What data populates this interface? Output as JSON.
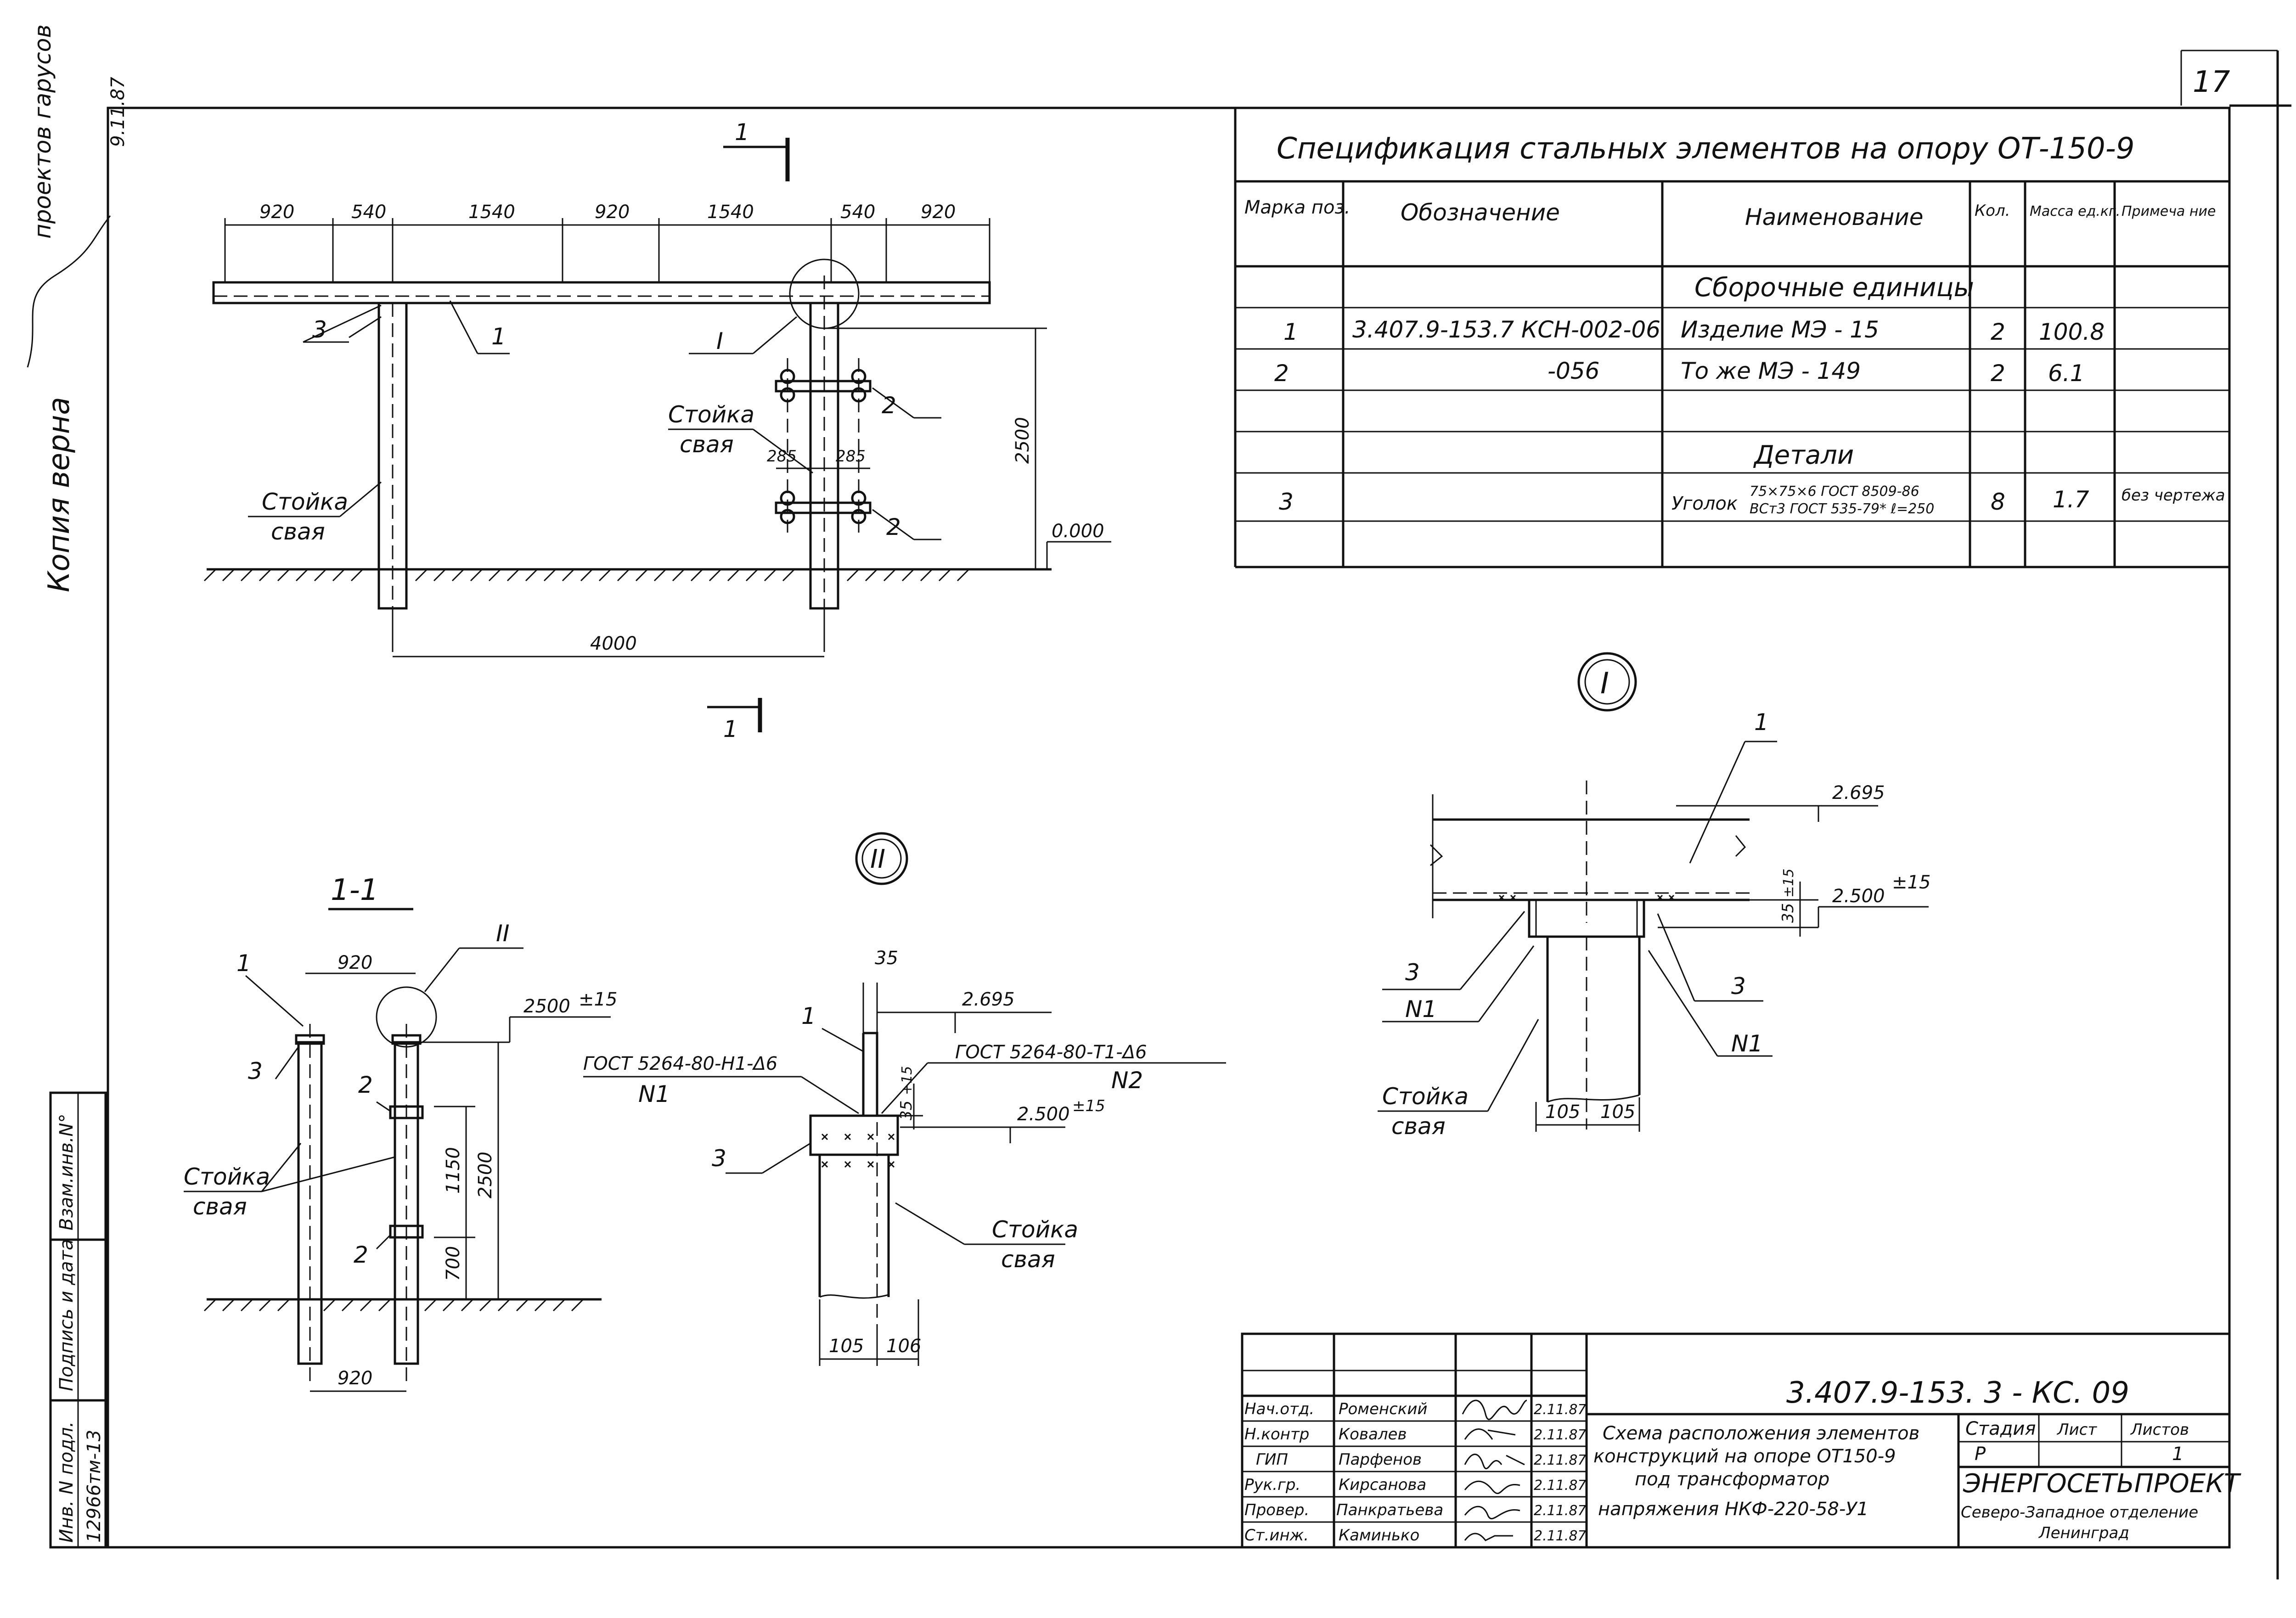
{
  "sheet_number": "17",
  "margin_note": {
    "copy_verified": "Копия верна",
    "inspector": "проектов гарусов",
    "date": "9.11.87"
  },
  "spec_table": {
    "title": "Спецификация стальных элементов на опору ОТ-150-9",
    "headers": [
      "Марка поз.",
      "Обозначение",
      "Наименование",
      "Кол.",
      "Масса ед.кг.",
      "Примеча ние"
    ],
    "section_assemblies": "Сборочные единицы",
    "section_details": "Детали",
    "rows": [
      {
        "mark": "1",
        "designation": "3.407.9-153.7 КСН-002-06",
        "name": "Изделие   МЭ - 15",
        "qty": "2",
        "mass": "100.8",
        "note": ""
      },
      {
        "mark": "2",
        "designation": "-056",
        "name": "То же   МЭ - 149",
        "qty": "2",
        "mass": "6.1",
        "note": ""
      },
      {
        "mark": "3",
        "designation": "",
        "name_prefix": "Уголок",
        "name_line1": "75×75×6 ГОСТ 8509-86",
        "name_line2": "ВСт3 ГОСТ 535-79* ℓ=250",
        "qty": "8",
        "mass": "1.7",
        "note": "без чертежа"
      }
    ]
  },
  "elevation": {
    "section_mark": "1",
    "dimensions_top": [
      "920",
      "540",
      "1540",
      "920",
      "1540",
      "540",
      "920"
    ],
    "height_dim": "2500",
    "level_zero": "0.000",
    "span_dim": "4000",
    "bolt_dims": [
      "285",
      "285"
    ],
    "callout_I": "I",
    "labels": {
      "pos1": "1",
      "pos2": "2",
      "pos3": "3",
      "post_pile": "Стойка",
      "pile": "свая"
    }
  },
  "section_1_1": {
    "title": "1-1",
    "dim_top": "920",
    "dim_bottom": "920",
    "dim_1150": "1150",
    "dim_700": "700",
    "dim_2500": "2500",
    "level": "2500",
    "level_tol": "±15",
    "callout_II": "II",
    "labels": {
      "pos1": "1",
      "pos2": "2",
      "pos3": "3",
      "post": "Стойка",
      "pile": "свая"
    }
  },
  "detail_II": {
    "circle_label": "II",
    "dim_35": "35",
    "level_top": "2.695",
    "level_base": "2.500",
    "level_tol": "±15",
    "weld_left": "ГОСТ 5264-80-Н1-Δ6",
    "weld_left_n": "N1",
    "weld_right": "ГОСТ 5264-80-Т1-Δ6",
    "weld_right_n": "N2",
    "gap": "35",
    "gap_tol": "+15",
    "dims_bottom": [
      "105",
      "106"
    ],
    "labels": {
      "pos1": "1",
      "pos3": "3",
      "post": "Стойка",
      "pile": "свая"
    }
  },
  "detail_I": {
    "circle_label": "I",
    "level_top": "2.695",
    "level_base": "2.500",
    "level_tol": "±15",
    "gap": "35",
    "gap_tol": "±15",
    "dims_bottom": [
      "105",
      "105"
    ],
    "labels": {
      "pos1": "1",
      "pos3": "3",
      "n1": "N1",
      "post": "Стойка",
      "pile": "свая"
    }
  },
  "title_block": {
    "doc_code": "3.407.9-153. 3 - КС. 09",
    "description": [
      "Схема расположения элементов",
      "конструкций на опоре ОТ150-9",
      "под трансформатор",
      "напряжения НКФ-220-58-У1"
    ],
    "stage_header": "Стадия",
    "sheet_header": "Лист",
    "sheets_header": "Листов",
    "stage": "Р",
    "sheets": "1",
    "org": "ЭНЕРГОСЕТЬПРОЕКТ",
    "org_branch": "Северо-Западное отделение",
    "org_city": "Ленинград",
    "signers": [
      {
        "role": "Нач.отд.",
        "name": "Роменский",
        "date": "2.11.87"
      },
      {
        "role": "Н.контр",
        "name": "Ковалев",
        "date": "2.11.87"
      },
      {
        "role": "ГИП",
        "name": "Парфенов",
        "date": "2.11.87"
      },
      {
        "role": "Рук.гр.",
        "name": "Кирсанова",
        "date": "2.11.87"
      },
      {
        "role": "Провер.",
        "name": "Панкратьева",
        "date": "2.11.87"
      },
      {
        "role": "Ст.инж.",
        "name": "Каминько",
        "date": "2.11.87"
      }
    ]
  },
  "side_stamp": {
    "inv_label": "Инв. N подл.",
    "inv_value": "12966тм-13",
    "sign_label": "Подпись и дата",
    "replace_label": "Взам.инв.N°"
  }
}
